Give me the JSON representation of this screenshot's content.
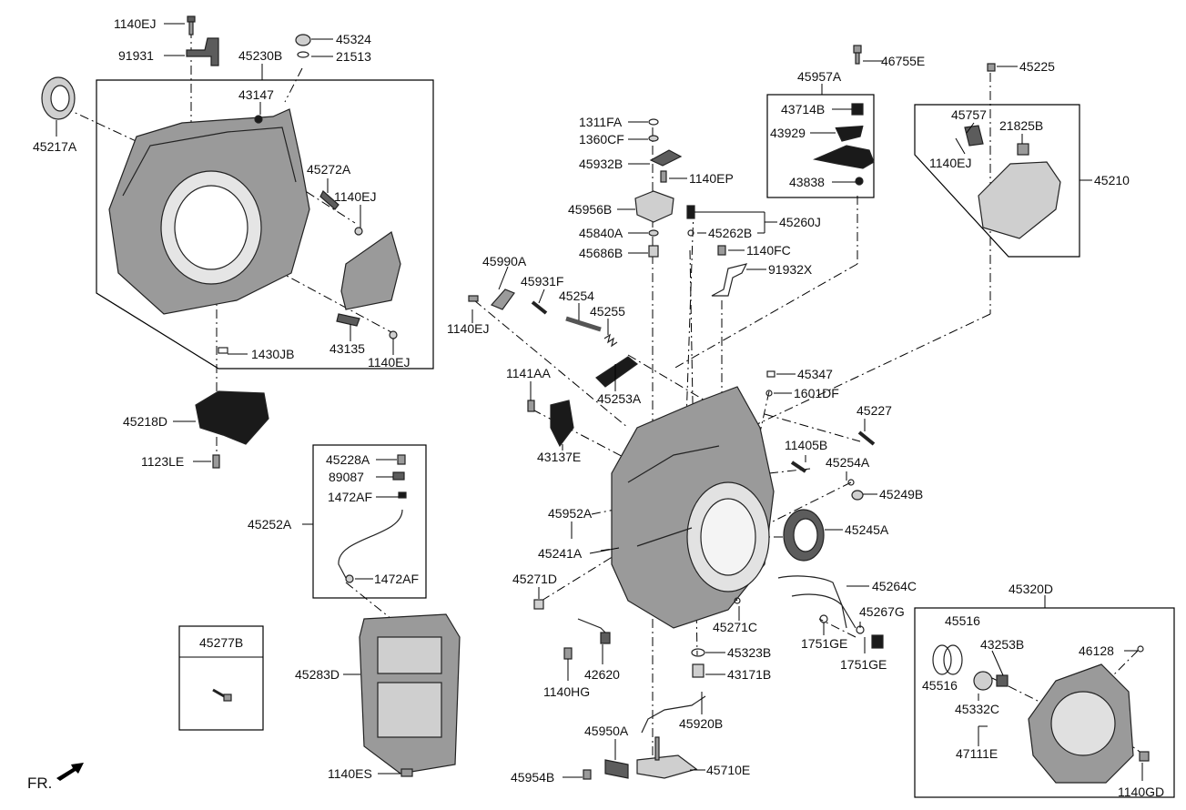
{
  "orientation_label": "FR.",
  "labels": {
    "p1140EJ_a": "1140EJ",
    "p91931": "91931",
    "p45230B": "45230B",
    "p45324": "45324",
    "p21513": "21513",
    "p43147": "43147",
    "p45217A": "45217A",
    "p45272A": "45272A",
    "p1140EJ_b": "1140EJ",
    "p43135": "43135",
    "p1430JB": "1430JB",
    "p1140EJ_c": "1140EJ",
    "p45218D": "45218D",
    "p1123LE": "1123LE",
    "p45228A": "45228A",
    "p89087": "89087",
    "p1472AF_a": "1472AF",
    "p45252A": "45252A",
    "p1472AF_b": "1472AF",
    "p45277B": "45277B",
    "p45283D": "45283D",
    "p1140ES": "1140ES",
    "p1311FA": "1311FA",
    "p1360CF": "1360CF",
    "p45932B": "45932B",
    "p1140EP": "1140EP",
    "p45956B": "45956B",
    "p45840A": "45840A",
    "p45686B": "45686B",
    "p45990A": "45990A",
    "p45931F": "45931F",
    "p45254": "45254",
    "p45255": "45255",
    "p1140EJ_d": "1140EJ",
    "p45253A": "45253A",
    "p1141AA": "1141AA",
    "p43137E": "43137E",
    "p45952A": "45952A",
    "p45241A": "45241A",
    "p45271D": "45271D",
    "p42620": "42620",
    "p1140HG": "1140HG",
    "p45950A": "45950A",
    "p45954B": "45954B",
    "p45710E": "45710E",
    "p45920B": "45920B",
    "p43171B": "43171B",
    "p45323B": "45323B",
    "p45271C": "45271C",
    "p45957A": "45957A",
    "p46755E": "46755E",
    "p43714B": "43714B",
    "p43929": "43929",
    "p43838": "43838",
    "p45260J": "45260J",
    "p45262B": "45262B",
    "p1140FC": "1140FC",
    "p91932X": "91932X",
    "p45347": "45347",
    "p1601DF": "1601DF",
    "p45227": "45227",
    "p11405B": "11405B",
    "p45254A": "45254A",
    "p45249B": "45249B",
    "p45245A": "45245A",
    "p45264C": "45264C",
    "p45267G": "45267G",
    "p1751GE_a": "1751GE",
    "p1751GE_b": "1751GE",
    "p45225": "45225",
    "p45210": "45210",
    "p45757": "45757",
    "p21825B": "21825B",
    "p1140EJ_e": "1140EJ",
    "p45320D": "45320D",
    "p45516_a": "45516",
    "p45516_b": "45516",
    "p43253B": "43253B",
    "p46128": "46128",
    "p45332C": "45332C",
    "p47111E": "47111E",
    "p1140GD": "1140GD"
  }
}
